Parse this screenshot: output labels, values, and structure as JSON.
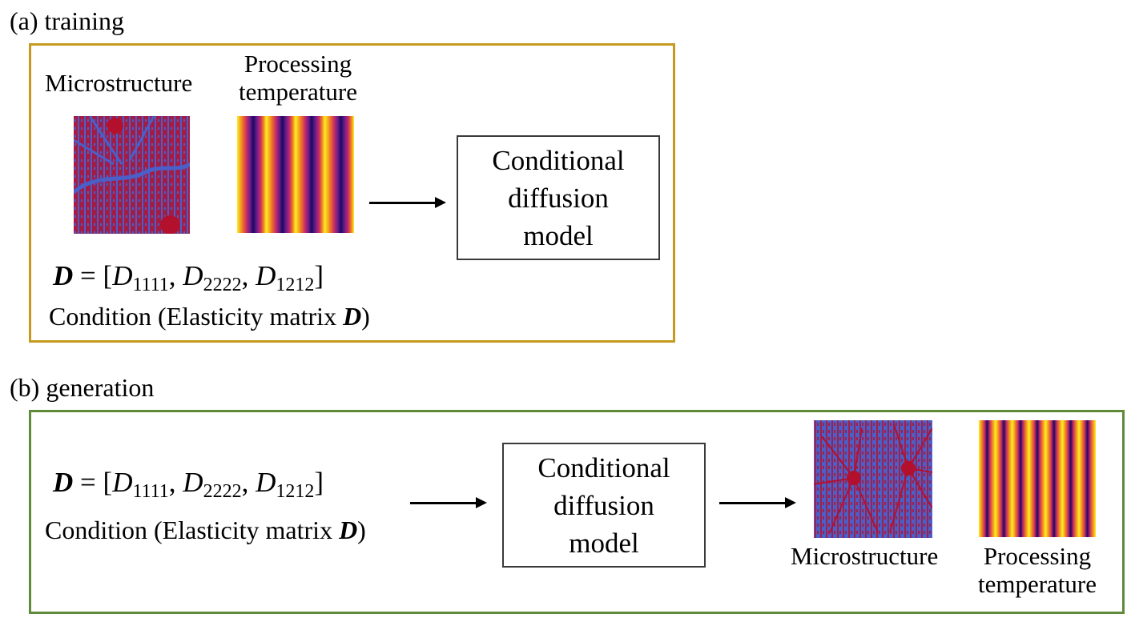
{
  "panel_a": {
    "section_label": "(a) training",
    "microstructure_label": "Microstructure",
    "temperature_label_line1": "Processing",
    "temperature_label_line2": "temperature",
    "model_line1": "Conditional",
    "model_line2": "diffusion",
    "model_line3": "model",
    "formula_D": "D",
    "formula_eq": "= [",
    "formula_D1": "D",
    "formula_sub1": "1111",
    "formula_D2": "D",
    "formula_sub2": "2222",
    "formula_D3": "D",
    "formula_sub3": "1212",
    "formula_comma": ",",
    "formula_close": "]",
    "condition_text": "Condition (Elasticity matrix ",
    "condition_bold": "D",
    "condition_close": ")"
  },
  "panel_b": {
    "section_label": "(b) generation",
    "microstructure_label": "Microstructure",
    "temperature_label_line1": "Processing",
    "temperature_label_line2": "temperature",
    "model_line1": "Conditional",
    "model_line2": "diffusion",
    "model_line3": "model",
    "formula_D": "D",
    "formula_eq": "= [",
    "formula_D1": "D",
    "formula_sub1": "1111",
    "formula_D2": "D",
    "formula_sub2": "2222",
    "formula_D3": "D",
    "formula_sub3": "1212",
    "formula_comma": ",",
    "formula_close": "]",
    "condition_text": "Condition (Elasticity matrix ",
    "condition_bold": "D",
    "condition_close": ")"
  },
  "colors": {
    "panel_a_border": "#c59a1f",
    "panel_b_border": "#5f8a3a",
    "micro_background": "#4a5fc8",
    "micro_grain": "#b3102e",
    "temperature_colormap": [
      "#1a0a5e",
      "#6a1a8c",
      "#c42a6a",
      "#f27a20",
      "#f8f024"
    ]
  },
  "images": {
    "training_temperature_stripes": 4,
    "generated_temperature_stripes": 7
  }
}
